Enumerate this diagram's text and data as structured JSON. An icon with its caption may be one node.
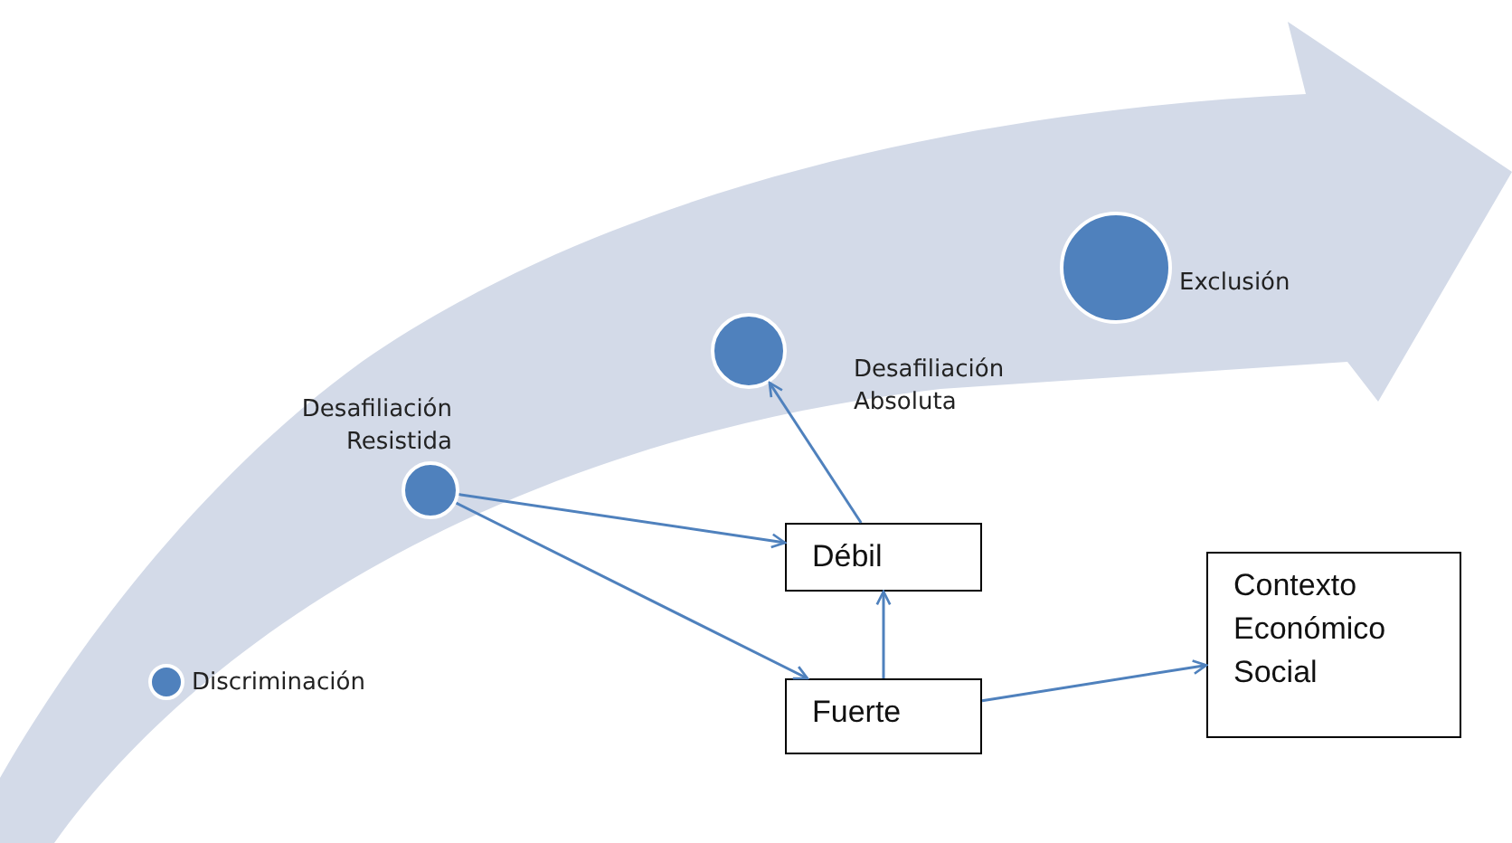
{
  "diagram": {
    "nodes": [
      {
        "text": [],
        "shape": "circle",
        "beside": [
          "Discriminación"
        ]
      },
      {
        "text": [],
        "shape": "circle",
        "beside": [
          "Desafiliación Resistida"
        ]
      },
      {
        "text": [],
        "shape": "circle",
        "beside": [
          "Desafiliación Absoluta"
        ]
      },
      {
        "text": [],
        "shape": "circle",
        "beside": [
          "Exclusión"
        ]
      },
      {
        "text": [
          "Débil"
        ]
      },
      {
        "text": [
          "Fuerte"
        ]
      },
      {
        "text": [
          "Contexto Económico Social"
        ]
      }
    ],
    "edges": [
      {
        "from": 1,
        "to": 4,
        "arrow": "to"
      },
      {
        "from": 1,
        "to": 5,
        "arrow": "to"
      },
      {
        "from": 4,
        "to": 2,
        "arrow": "to"
      },
      {
        "from": 5,
        "to": 4,
        "arrow": "to"
      },
      {
        "from": 5,
        "to": 6,
        "arrow": "to"
      }
    ]
  }
}
